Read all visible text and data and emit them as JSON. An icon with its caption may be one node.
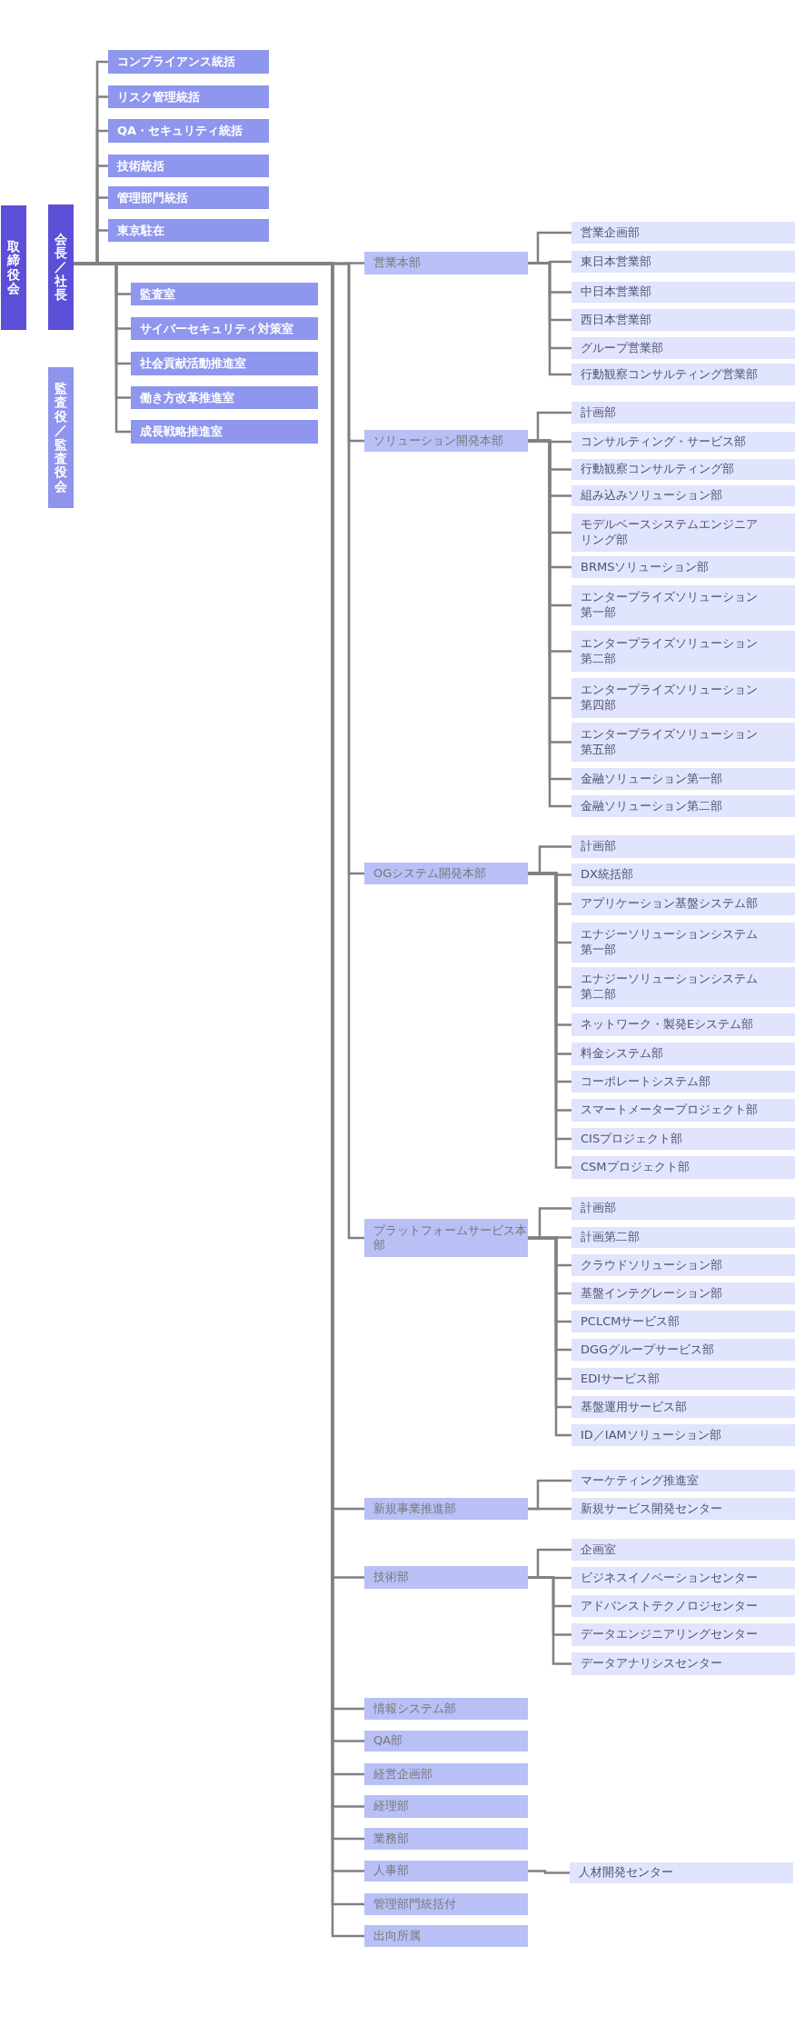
{
  "diagram": {
    "nodes": [
      {
        "text": [
          "取締役会"
        ]
      },
      {
        "text": [
          "会長／社長"
        ]
      },
      {
        "text": [
          "監査役／監査役会"
        ]
      },
      {
        "text": [
          "コンプライアンス統括"
        ]
      },
      {
        "text": [
          "リスク管理統括"
        ]
      },
      {
        "text": [
          "QA・セキュリティ統括"
        ]
      },
      {
        "text": [
          "技術統括"
        ]
      },
      {
        "text": [
          "管理部門統括"
        ]
      },
      {
        "text": [
          "東京駐在"
        ]
      },
      {
        "text": [
          "監査室"
        ]
      },
      {
        "text": [
          "サイバーセキュリティ対策室"
        ]
      },
      {
        "text": [
          "社会貢献活動推進室"
        ]
      },
      {
        "text": [
          "働き方改革推進室"
        ]
      },
      {
        "text": [
          "成長戦略推進室"
        ]
      },
      {
        "text": [
          "営業本部"
        ]
      },
      {
        "text": [
          "営業企画部"
        ]
      },
      {
        "text": [
          "東日本営業部"
        ]
      },
      {
        "text": [
          "中日本営業部"
        ]
      },
      {
        "text": [
          "西日本営業部"
        ]
      },
      {
        "text": [
          "グループ営業部"
        ]
      },
      {
        "text": [
          "行動観察コンサルティング営業部"
        ]
      },
      {
        "text": [
          "ソリューション開発本部"
        ]
      },
      {
        "text": [
          "計画部"
        ]
      },
      {
        "text": [
          "コンサルティング・サービス部"
        ]
      },
      {
        "text": [
          "行動観察コンサルティング部"
        ]
      },
      {
        "text": [
          "組み込みソリューション部"
        ]
      },
      {
        "text": [
          "モデルベースシステムエンジニアリング部"
        ]
      },
      {
        "text": [
          "BRMSソリューション部"
        ]
      },
      {
        "text": [
          "エンタープライズソリューション第一部"
        ]
      },
      {
        "text": [
          "エンタープライズソリューション第二部"
        ]
      },
      {
        "text": [
          "エンタープライズソリューション第四部"
        ]
      },
      {
        "text": [
          "エンタープライズソリューション第五部"
        ]
      },
      {
        "text": [
          "金融ソリューション第一部"
        ]
      },
      {
        "text": [
          "金融ソリューション第二部"
        ]
      },
      {
        "text": [
          "OGシステム開発本部"
        ]
      },
      {
        "text": [
          "計画部"
        ]
      },
      {
        "text": [
          "DX統括部"
        ]
      },
      {
        "text": [
          "アプリケーション基盤システム部"
        ]
      },
      {
        "text": [
          "エナジーソリューションシステム第一部"
        ]
      },
      {
        "text": [
          "エナジーソリューションシステム第二部"
        ]
      },
      {
        "text": [
          "ネットワーク・製発Eシステム部"
        ]
      },
      {
        "text": [
          "料金システム部"
        ]
      },
      {
        "text": [
          "コーポレートシステム部"
        ]
      },
      {
        "text": [
          "スマートメータープロジェクト部"
        ]
      },
      {
        "text": [
          "CISプロジェクト部"
        ]
      },
      {
        "text": [
          "CSMプロジェクト部"
        ]
      },
      {
        "text": [
          "プラットフォームサービス本部"
        ]
      },
      {
        "text": [
          "計画部"
        ]
      },
      {
        "text": [
          "計画第二部"
        ]
      },
      {
        "text": [
          "クラウドソリューション部"
        ]
      },
      {
        "text": [
          "基盤インテグレーション部"
        ]
      },
      {
        "text": [
          "PCLCMサービス部"
        ]
      },
      {
        "text": [
          "DGGグループサービス部"
        ]
      },
      {
        "text": [
          "EDIサービス部"
        ]
      },
      {
        "text": [
          "基盤運用サービス部"
        ]
      },
      {
        "text": [
          "ID／IAMソリューション部"
        ]
      },
      {
        "text": [
          "新規事業推進部"
        ]
      },
      {
        "text": [
          "マーケティング推進室"
        ]
      },
      {
        "text": [
          "新規サービス開発センター"
        ]
      },
      {
        "text": [
          "技術部"
        ]
      },
      {
        "text": [
          "企画室"
        ]
      },
      {
        "text": [
          "ビジネスイノベーションセンター"
        ]
      },
      {
        "text": [
          "アドバンストテクノロジセンター"
        ]
      },
      {
        "text": [
          "データエンジニアリングセンター"
        ]
      },
      {
        "text": [
          "データアナリシスセンター"
        ]
      },
      {
        "text": [
          "情報システム部"
        ]
      },
      {
        "text": [
          "QA部"
        ]
      },
      {
        "text": [
          "経営企画部"
        ]
      },
      {
        "text": [
          "経理部"
        ]
      },
      {
        "text": [
          "業務部"
        ]
      },
      {
        "text": [
          "人事部"
        ]
      },
      {
        "text": [
          "人材開発センター"
        ]
      },
      {
        "text": [
          "管理部門統括付"
        ]
      },
      {
        "text": [
          "出向所属"
        ]
      }
    ],
    "edges": [
      {
        "from": 1,
        "to": 3,
        "arrow": "none"
      },
      {
        "from": 1,
        "to": 4,
        "arrow": "none"
      },
      {
        "from": 1,
        "to": 5,
        "arrow": "none"
      },
      {
        "from": 1,
        "to": 6,
        "arrow": "none"
      },
      {
        "from": 1,
        "to": 7,
        "arrow": "none"
      },
      {
        "from": 1,
        "to": 8,
        "arrow": "none"
      },
      {
        "from": 1,
        "to": 9,
        "arrow": "none"
      },
      {
        "from": 1,
        "to": 10,
        "arrow": "none"
      },
      {
        "from": 1,
        "to": 11,
        "arrow": "none"
      },
      {
        "from": 1,
        "to": 12,
        "arrow": "none"
      },
      {
        "from": 1,
        "to": 13,
        "arrow": "none"
      },
      {
        "from": 1,
        "to": 14,
        "arrow": "none"
      },
      {
        "from": 1,
        "to": 21,
        "arrow": "none"
      },
      {
        "from": 1,
        "to": 34,
        "arrow": "none"
      },
      {
        "from": 1,
        "to": 46,
        "arrow": "none"
      },
      {
        "from": 1,
        "to": 56,
        "arrow": "none"
      },
      {
        "from": 1,
        "to": 59,
        "arrow": "none"
      },
      {
        "from": 1,
        "to": 65,
        "arrow": "none"
      },
      {
        "from": 1,
        "to": 66,
        "arrow": "none"
      },
      {
        "from": 1,
        "to": 67,
        "arrow": "none"
      },
      {
        "from": 1,
        "to": 68,
        "arrow": "none"
      },
      {
        "from": 1,
        "to": 69,
        "arrow": "none"
      },
      {
        "from": 1,
        "to": 70,
        "arrow": "none"
      },
      {
        "from": 1,
        "to": 72,
        "arrow": "none"
      },
      {
        "from": 1,
        "to": 73,
        "arrow": "none"
      },
      {
        "from": 14,
        "to": 15,
        "arrow": "none"
      },
      {
        "from": 14,
        "to": 16,
        "arrow": "none"
      },
      {
        "from": 14,
        "to": 17,
        "arrow": "none"
      },
      {
        "from": 14,
        "to": 18,
        "arrow": "none"
      },
      {
        "from": 14,
        "to": 19,
        "arrow": "none"
      },
      {
        "from": 14,
        "to": 20,
        "arrow": "none"
      },
      {
        "from": 21,
        "to": 22,
        "arrow": "none"
      },
      {
        "from": 21,
        "to": 23,
        "arrow": "none"
      },
      {
        "from": 21,
        "to": 24,
        "arrow": "none"
      },
      {
        "from": 21,
        "to": 25,
        "arrow": "none"
      },
      {
        "from": 21,
        "to": 26,
        "arrow": "none"
      },
      {
        "from": 21,
        "to": 27,
        "arrow": "none"
      },
      {
        "from": 21,
        "to": 28,
        "arrow": "none"
      },
      {
        "from": 21,
        "to": 29,
        "arrow": "none"
      },
      {
        "from": 21,
        "to": 30,
        "arrow": "none"
      },
      {
        "from": 21,
        "to": 31,
        "arrow": "none"
      },
      {
        "from": 21,
        "to": 32,
        "arrow": "none"
      },
      {
        "from": 21,
        "to": 33,
        "arrow": "none"
      },
      {
        "from": 34,
        "to": 35,
        "arrow": "none"
      },
      {
        "from": 34,
        "to": 36,
        "arrow": "none"
      },
      {
        "from": 34,
        "to": 37,
        "arrow": "none"
      },
      {
        "from": 34,
        "to": 38,
        "arrow": "none"
      },
      {
        "from": 34,
        "to": 39,
        "arrow": "none"
      },
      {
        "from": 34,
        "to": 40,
        "arrow": "none"
      },
      {
        "from": 34,
        "to": 41,
        "arrow": "none"
      },
      {
        "from": 34,
        "to": 42,
        "arrow": "none"
      },
      {
        "from": 34,
        "to": 43,
        "arrow": "none"
      },
      {
        "from": 34,
        "to": 44,
        "arrow": "none"
      },
      {
        "from": 34,
        "to": 45,
        "arrow": "none"
      },
      {
        "from": 46,
        "to": 47,
        "arrow": "none"
      },
      {
        "from": 46,
        "to": 48,
        "arrow": "none"
      },
      {
        "from": 46,
        "to": 49,
        "arrow": "none"
      },
      {
        "from": 46,
        "to": 50,
        "arrow": "none"
      },
      {
        "from": 46,
        "to": 51,
        "arrow": "none"
      },
      {
        "from": 46,
        "to": 52,
        "arrow": "none"
      },
      {
        "from": 46,
        "to": 53,
        "arrow": "none"
      },
      {
        "from": 46,
        "to": 54,
        "arrow": "none"
      },
      {
        "from": 46,
        "to": 55,
        "arrow": "none"
      },
      {
        "from": 56,
        "to": 57,
        "arrow": "none"
      },
      {
        "from": 56,
        "to": 58,
        "arrow": "none"
      },
      {
        "from": 59,
        "to": 60,
        "arrow": "none"
      },
      {
        "from": 59,
        "to": 61,
        "arrow": "none"
      },
      {
        "from": 59,
        "to": 62,
        "arrow": "none"
      },
      {
        "from": 59,
        "to": 63,
        "arrow": "none"
      },
      {
        "from": 59,
        "to": 64,
        "arrow": "none"
      },
      {
        "from": 70,
        "to": 71,
        "arrow": "none"
      }
    ]
  }
}
